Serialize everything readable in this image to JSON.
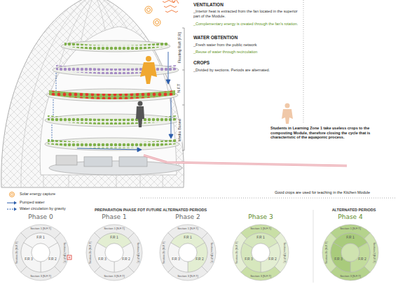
{
  "diagram": {
    "nodes": [
      {
        "text": [
          "Phase 0",
          "F.R 1",
          "F.R 2",
          "F.R 3",
          "Section 1 [N.F.T]",
          "Section 2 [N.F.T]",
          "Section 3 [N.F.T]",
          "Section 2b [N.F.T]"
        ]
      },
      {
        "text": [
          "Phase 1",
          "F.R 1",
          "F.R 2",
          "F.R 3",
          "Section 1 [N.F.T]",
          "Section 2 [N.F.T]",
          "Section 3 [N.F.T]",
          "Section 2b [N.F.T]"
        ]
      },
      {
        "text": [
          "Phase 2",
          "F.R 1",
          "F.R 2",
          "F.R 3",
          "Section 1 [N.F.T]",
          "Section 2 [N.F.T]",
          "Section 3 [N.F.T]",
          "Section 2b [N.F.T]"
        ]
      },
      {
        "text": [
          "Phase 3",
          "F.R 1",
          "F.R 2",
          "F.R 3",
          "Section 1 [N.F.T]",
          "Section 2 [N.F.T]",
          "Section 3 [N.F.T]",
          "Section 2b [N.F.T]"
        ]
      },
      {
        "text": [
          "Phase 4",
          "F.R 1",
          "F.R 2",
          "F.R 3",
          "Section 1 [N.F.T]",
          "Section 2 [N.F.T]",
          "Section 3 [N.F.T]",
          "Section 2b [N.F.T]"
        ]
      }
    ],
    "labels": [
      "Floating Raft [F.R]",
      "N.F.T",
      "Media Based",
      "VENTILATION",
      "_Interior heat is extracted from the fan located in the superior part of the Module.",
      "_Complementary energy is created through the fan's rotation.",
      "WATER OBTENTION",
      "_Fresh water from the public network",
      "_Reuse of water through recirculation",
      "CROPS",
      "_Divided by sections. Periods are alternated.",
      "Students in Learning Zone 1 take useless crops to the composting Module, therefore closing the cycle that is characteristic of the aquaponic process.",
      "Good crops are used for teaching in the Kitchen Module",
      "PREPARATION PHASE FOT FUTURE ALTERNATED PERIODS",
      "ALTERNATED PERIODS"
    ],
    "legend": [
      {
        "text": "Solar energy capture"
      },
      {
        "text": "Pumped water"
      },
      {
        "text": "Water circulation by gravity"
      }
    ]
  }
}
